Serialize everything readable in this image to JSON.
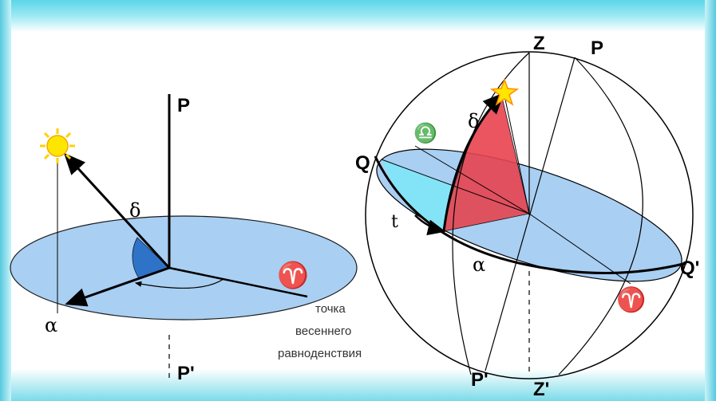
{
  "left_diagram": {
    "label_P": "P",
    "label_P_prime": "P'",
    "label_delta": "δ",
    "label_alpha": "α",
    "label_aries": "♈",
    "vernal_caption": [
      "точка",
      "весеннего",
      "равноденствия"
    ],
    "icons": {
      "sun": "sun-icon",
      "aries": "aries-icon"
    }
  },
  "right_diagram": {
    "label_Z": "Z",
    "label_P": "P",
    "label_Q": "Q",
    "label_Q_prime": "Q'",
    "label_P_prime": "P'",
    "label_Z_prime": "Z'",
    "label_delta": "δ",
    "label_t": "t",
    "label_alpha": "α",
    "label_libra": "♎",
    "label_aries": "♈",
    "icons": {
      "star": "star-icon",
      "libra": "libra-icon",
      "aries": "aries-icon"
    }
  },
  "colors": {
    "plane_fill": "#a9cff2",
    "plane_edge": "#1a1a1a",
    "wedge_blue": "#2f73c9",
    "triangle_red": "#e8434f",
    "cyan_face": "#7fe6f7",
    "sun": "#ffe600"
  }
}
